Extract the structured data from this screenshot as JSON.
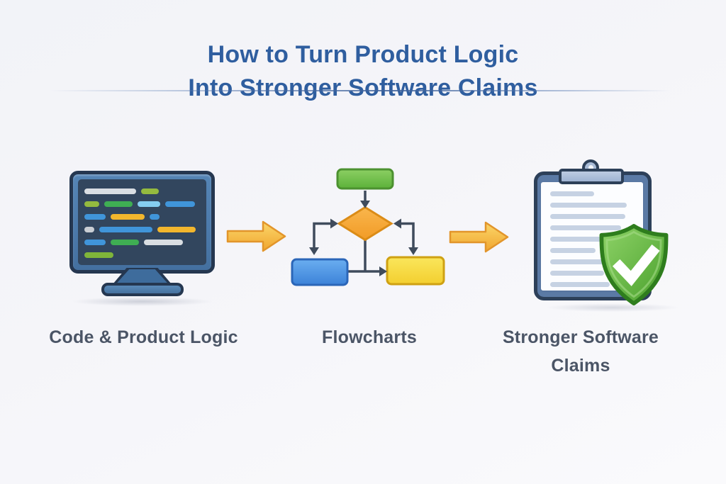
{
  "title": {
    "line1": "How to Turn Product Logic",
    "line2": "Into Stronger Software Claims"
  },
  "stages": [
    {
      "id": "code-product-logic",
      "label": "Code & Product Logic",
      "icon": "monitor-code-icon"
    },
    {
      "id": "flowcharts",
      "label": "Flowcharts",
      "icon": "flowchart-icon"
    },
    {
      "id": "stronger-software-claims",
      "label": "Stronger Software Claims",
      "icon": "clipboard-shield-icon"
    }
  ],
  "connector_icon": "arrow-right-icon",
  "colors": {
    "title_blue": "#2f5e9f",
    "label_color": "#4b5566",
    "divider_blue": "#3f629b",
    "arrow_top": "#fbd76a",
    "arrow_bottom": "#f0a52f",
    "arrow_stroke": "#e2952b",
    "flow_line": "#3f4b5c",
    "flow_green": "#6abf47",
    "flow_green_border": "#4c9130",
    "flow_orange": "#f5a52f",
    "flow_orange_border": "#db8c17",
    "flow_blue": "#4590da",
    "flow_blue_border": "#2b66b8",
    "flow_yellow": "#f6d73a",
    "flow_yellow_border": "#cfa113",
    "mon_frame": "#4c7aab",
    "mon_border": "#253750",
    "mon_screen": "#32465e",
    "code_gray": "#d9dee3",
    "code_gray2": "#c9ced4",
    "code_olive": "#94ba3f",
    "code_olive2": "#7fb53a",
    "code_green": "#3fae53",
    "code_lightblue": "#85cdf0",
    "code_blue": "#4095da",
    "code_yellow": "#f2b62d",
    "cb_board": "#5b7aa5",
    "cb_border": "#2d4059",
    "cb_clip": "#a9bcd8",
    "paper": "#fcfdff",
    "paper_line": "#c6d2e3",
    "shield_green": "#4ba02c",
    "shield_green_light": "#8fd368",
    "shield_border": "#2e7d1d",
    "check_white": "#ffffff",
    "bg_top": "#f2f3f8",
    "bg_bottom": "#fafafc"
  }
}
